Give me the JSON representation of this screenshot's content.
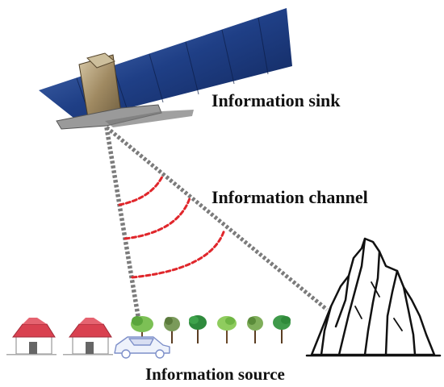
{
  "labels": {
    "sink": "Information sink",
    "channel": "Information channel",
    "source": "Information source"
  },
  "colors": {
    "beam": "#7b7b7b",
    "wave": "#e0262b",
    "solar_panel": "#1c3a7a",
    "roof": "#d94150",
    "tree_green": "#5aa53c",
    "mountain_outline": "#111111"
  },
  "icons": {
    "satellite": "satellite-icon",
    "house": "house-icon",
    "tree": "tree-icon",
    "car": "car-icon",
    "mountain": "mountain-icon"
  }
}
